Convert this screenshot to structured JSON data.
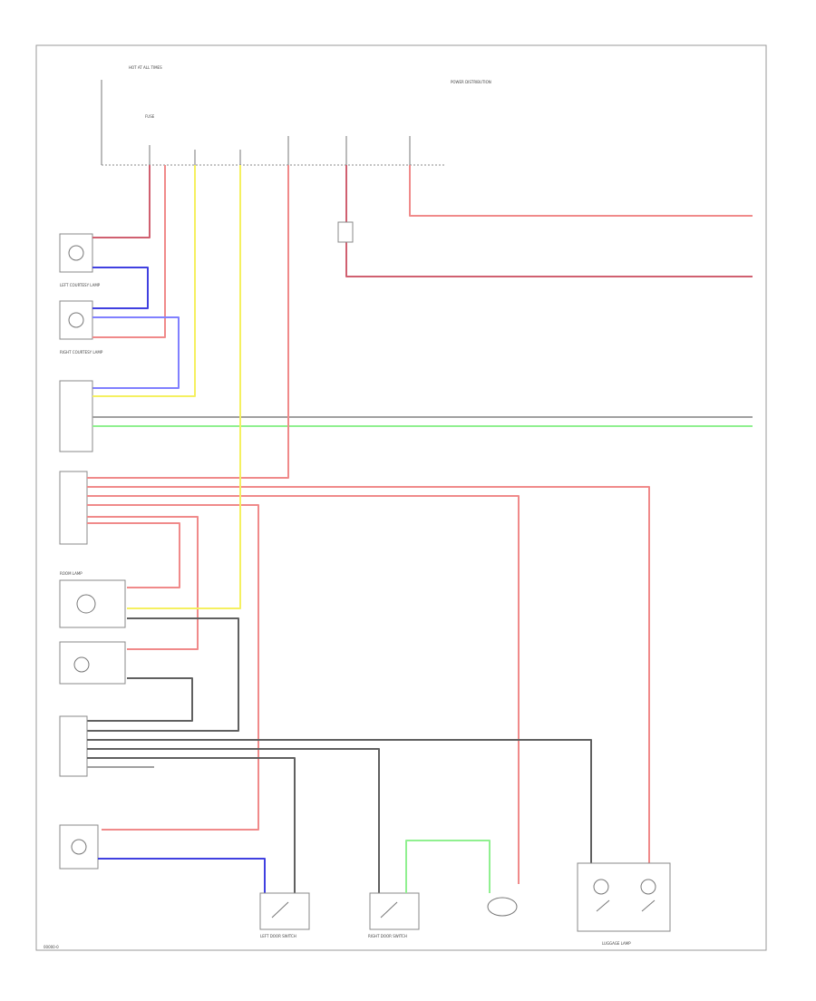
{
  "diagram": {
    "background": "#ffffff",
    "wire_colors": {
      "red": "#f08a8a",
      "blue": "#4040e0",
      "yellow": "#f5f060",
      "green": "#90f090",
      "grey": "#606060"
    },
    "labels": {
      "top_fuse_block": "HOT AT ALL TIMES",
      "fuse_note": "FUSE",
      "power_note": "POWER DISTRIBUTION",
      "room_lamp": "ROOM LAMP",
      "left_door_lamp": "LEFT COURTESY LAMP",
      "right_door_lamp": "RIGHT COURTESY LAMP",
      "right_door_switch": "RIGHT DOOR SWITCH",
      "left_door_switch": "LEFT DOOR SWITCH",
      "trunk_lamp": "LUGGAGE LAMP",
      "page_ref": "00000-0"
    }
  }
}
